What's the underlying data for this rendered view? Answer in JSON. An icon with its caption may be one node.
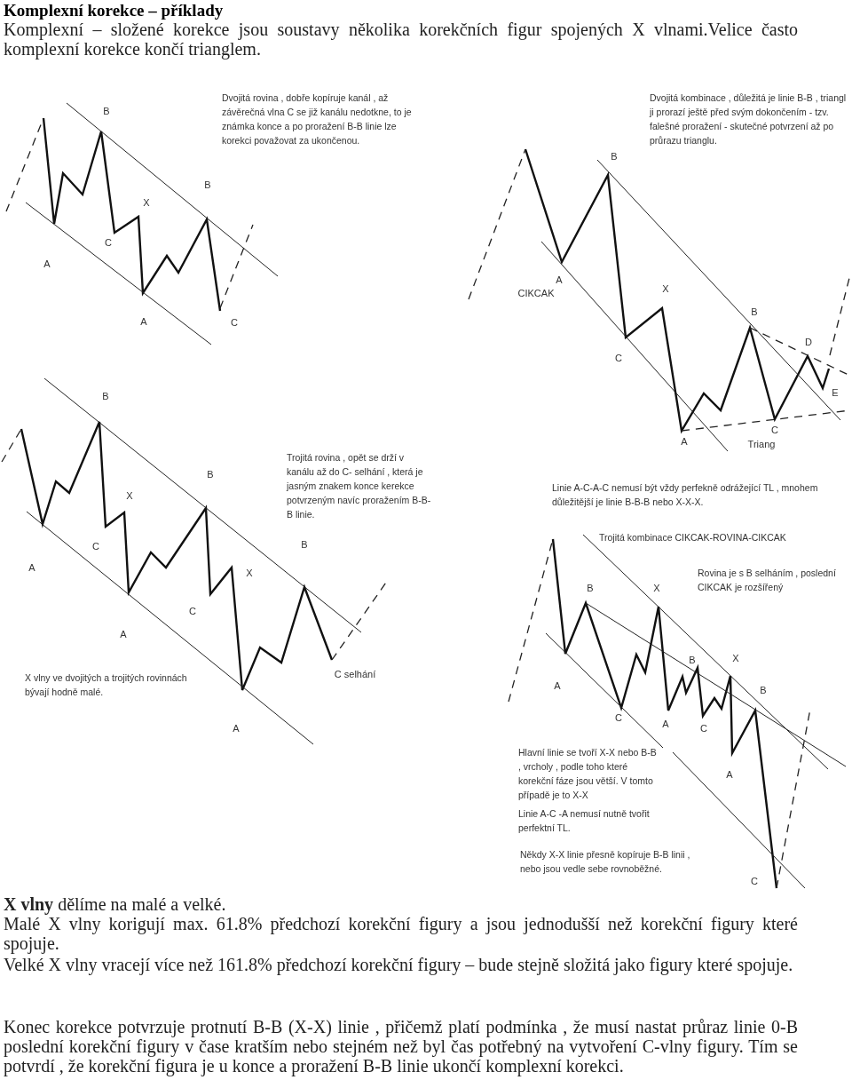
{
  "diagram": {
    "title": "Komplexní korekce – příklady",
    "labels": [
      "Komplexní – složené korekce jsou soustavy několika korekčních figur spojených X vlnami.Velice často komplexní korekce končí trianglem.",
      "Dvojitá rovina , dobře kopíruje kanál , až závěrečná vlna C se již kanálu nedotkne, to je známka konce a po proražení B-B linie lze korekci považovat za ukončenou.",
      "B",
      "B",
      "X",
      "C",
      "A",
      "A",
      "C",
      "Dvojitá kombinace , důležitá je linie B-B , triangl ji prorazí ještě před svým dokončením - tzv. falešné proražení - skutečné potvrzení až po průrazu trianglu.",
      "B",
      "A",
      "CIKCAK",
      "X",
      "B",
      "D",
      "C",
      "E",
      "C",
      "A",
      "Triang",
      "B",
      "Trojitá rovina , opět se drží v kanálu až do C- selhání , která je jasným znakem konce kerekce potvrzeným navíc proražením B-B-B linie.",
      "B",
      "X",
      "C",
      "B",
      "A",
      "X",
      "C",
      "A",
      "C selhání",
      "X vlny ve dvojitých a trojitých rovinnách bývají hodně malé.",
      "A",
      "Linie A-C-A-C nemusí být vždy perfekně odrážející TL , mnohem důležitější je linie B-B-B nebo X-X-X.",
      "Trojitá kombinace CIKCAK-ROVINA-CIKCAK",
      "Rovina je s B selháním , poslední CIKCAK je rozšířený",
      "B",
      "X",
      "B",
      "X",
      "A",
      "B",
      "C",
      "A",
      "C",
      "Hlavní linie se tvoří X-X nebo B-B , vrcholy , podle toho které korekční fáze jsou větší. V tomto případě je to X-X",
      "Linie A-C -A nemusí nutně tvořit perfektní TL.",
      "A",
      "Někdy X-X linie přesně kopíruje B-B linii , nebo jsou vedle sebe rovnoběžné.",
      "C",
      "**X vlny** dělíme na malé a velké.",
      "Malé X vlny korigují max. 61.8% předchozí korekční figury a jsou jednodušší než korekční figury které spojuje.",
      "Velké X vlny vracejí více než 161.8% předchozí korekční figury – bude stejně složitá jako figury které spojuje.",
      "Konec korekce potvrzuje protnutí B-B (X-X) linie , přičemž platí podmínka , že musí nastat průraz linie 0-B poslední korekční figury v čase kratším nebo stejném než byl čas potřebný na  vytvoření C-vlny figury. Tím se potvrdí , že korekční figura je u konce a proražení B-B linie ukončí komplexní korekci."
    ]
  }
}
